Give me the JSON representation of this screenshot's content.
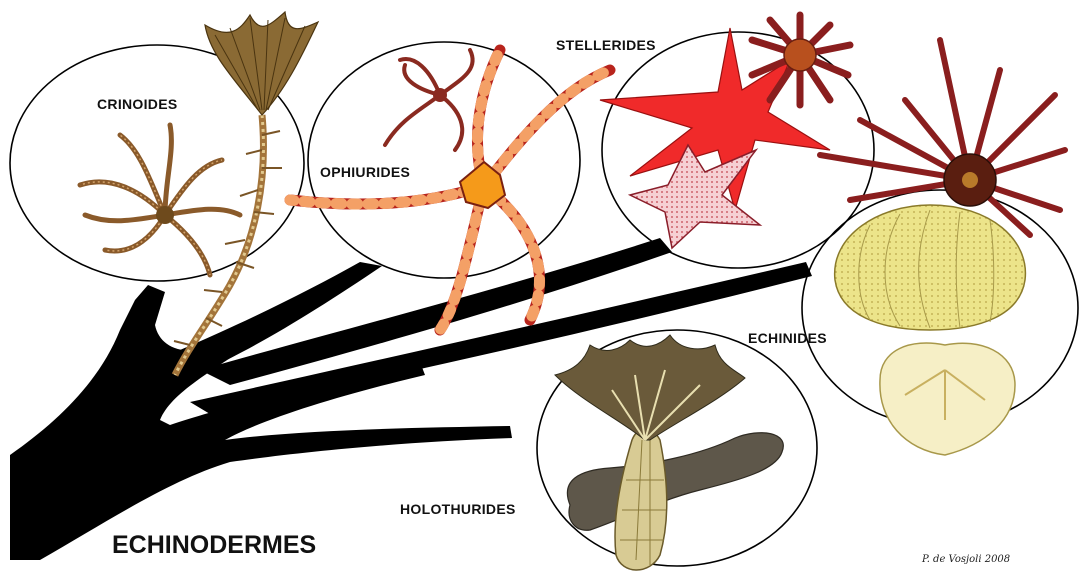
{
  "title": "ECHINODERMES",
  "signature": "P. de Vosjoli 2008",
  "groups": [
    {
      "label": "CRINOIDES"
    },
    {
      "label": "OPHIURIDES"
    },
    {
      "label": "STELLERIDES"
    },
    {
      "label": "ECHINIDES"
    },
    {
      "label": "HOLOTHURIDES"
    }
  ],
  "colors": {
    "tree": "#000000",
    "starfish": "#f02a2a",
    "brittle_star": "#b8241c",
    "urchin": "#8a1e1e",
    "test": "#ece48a",
    "crinoid": "#a3743a",
    "holothurian": "#5e574a"
  }
}
